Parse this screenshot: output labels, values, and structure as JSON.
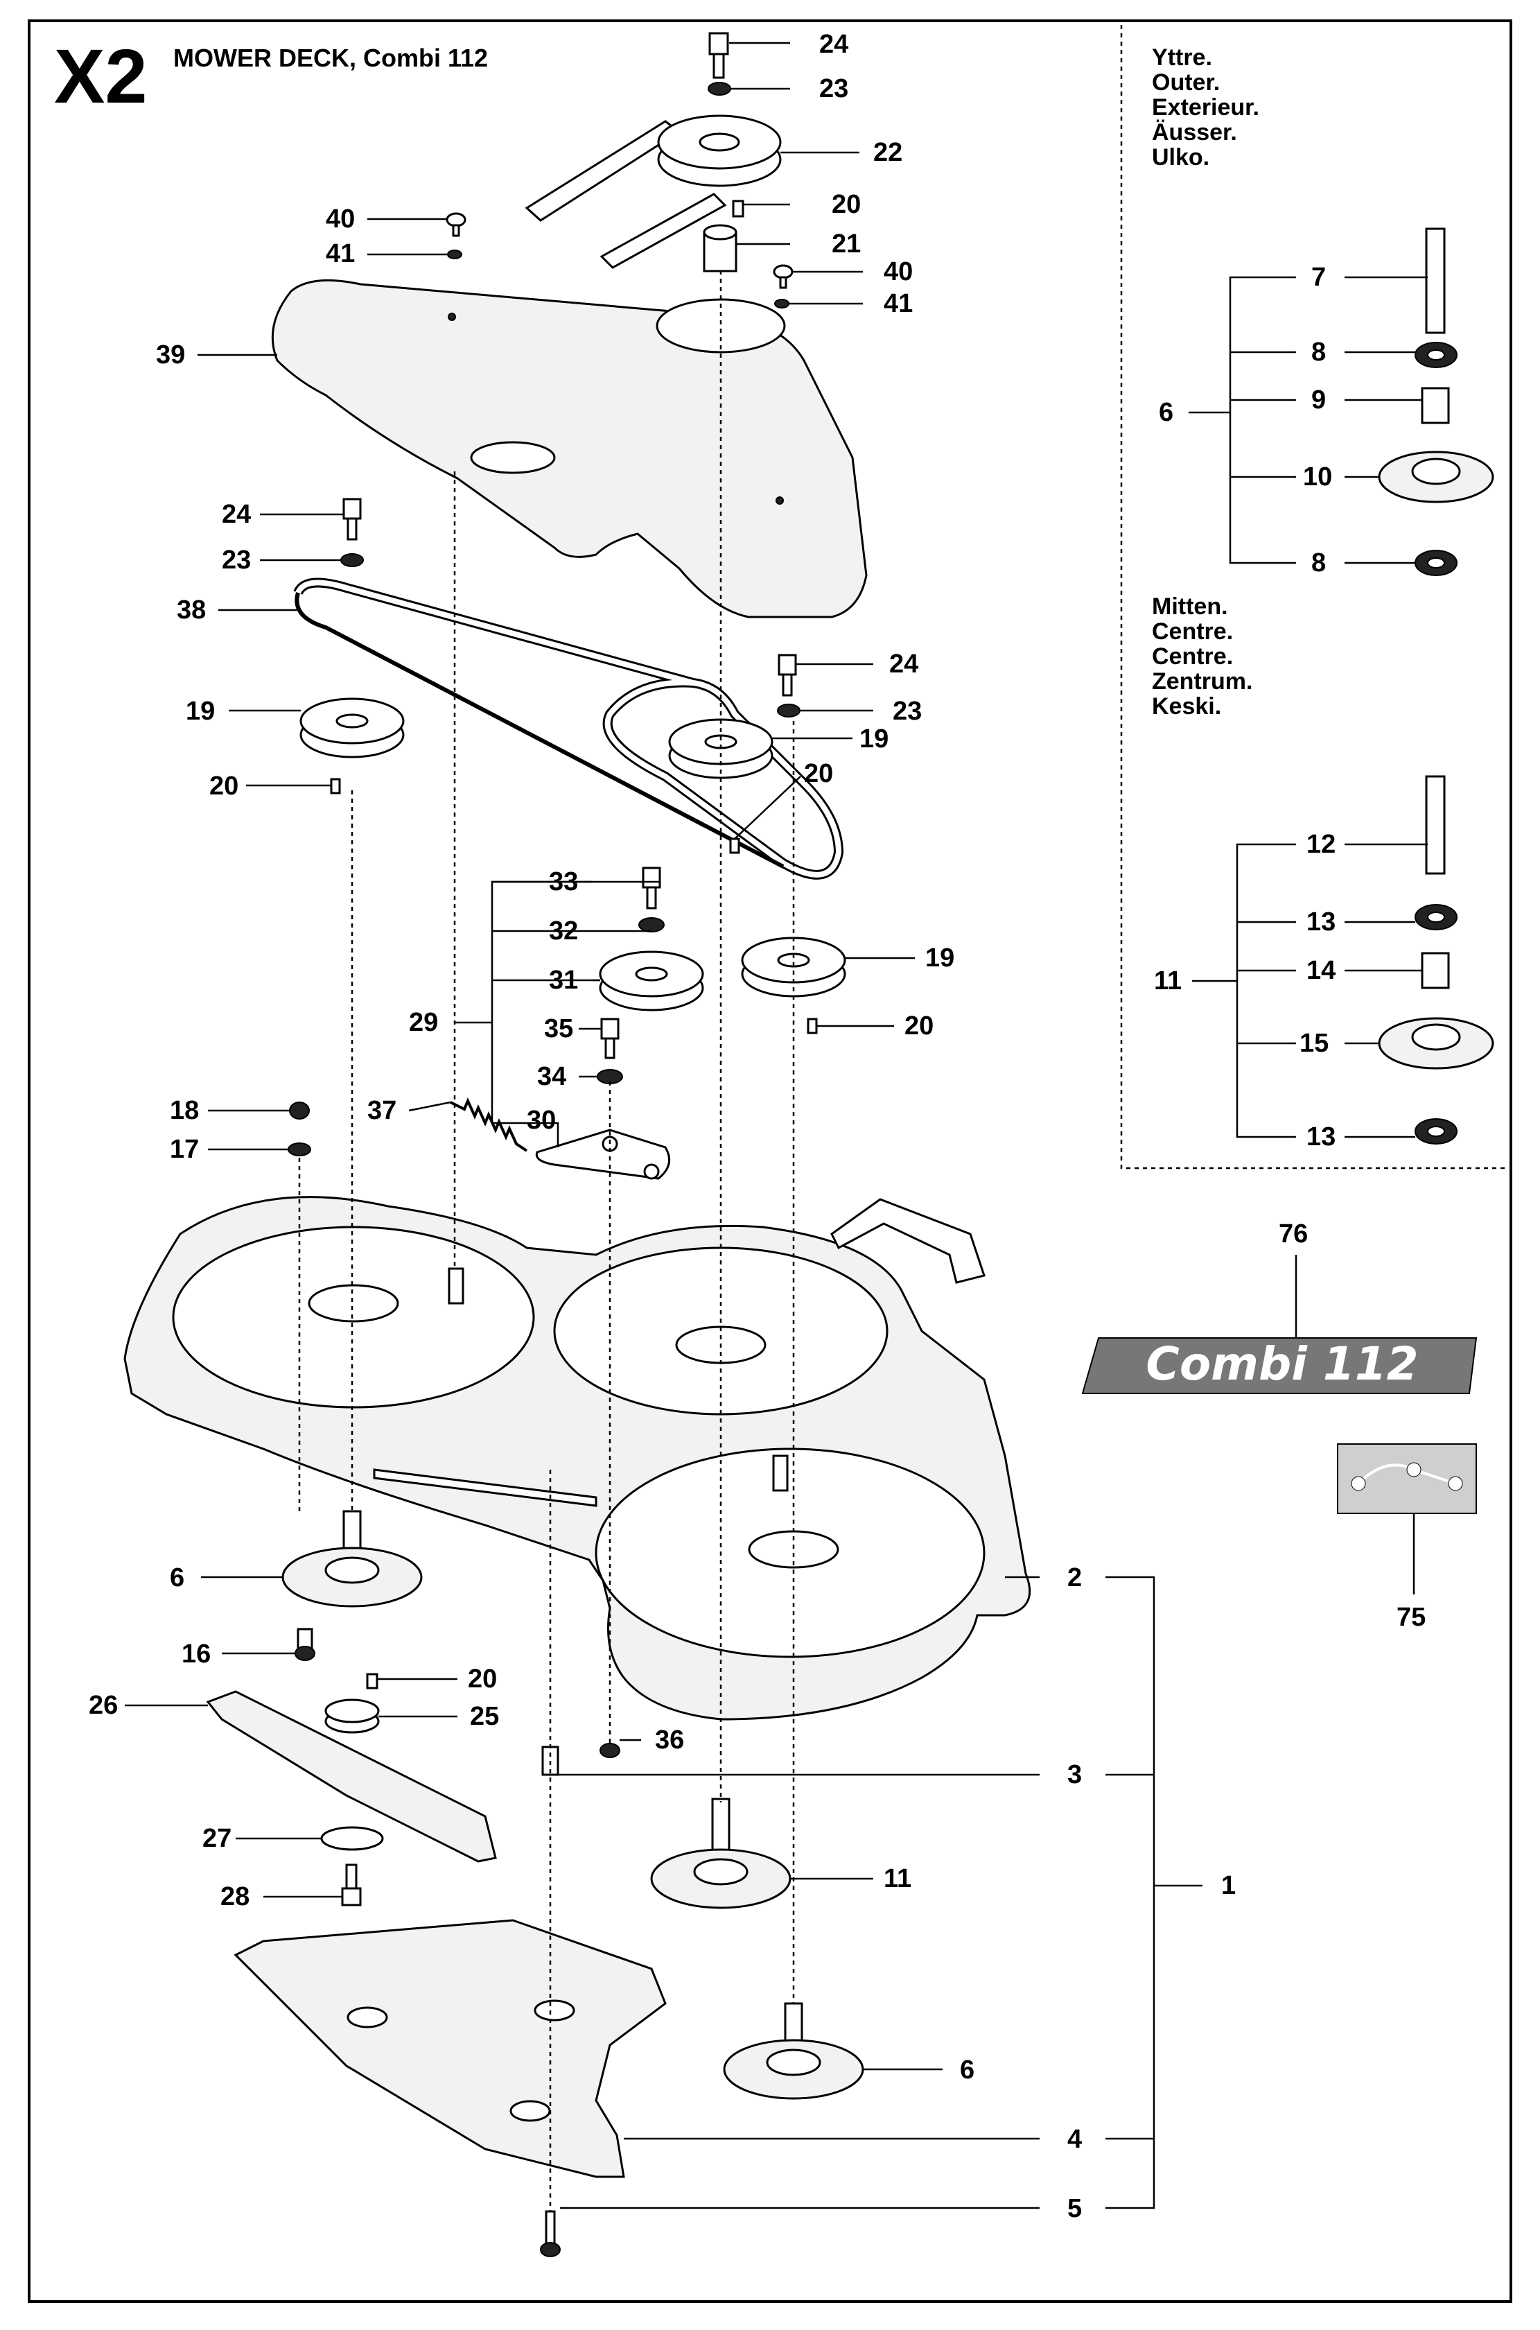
{
  "header": {
    "code": "X2",
    "title": "MOWER DECK, Combi 112"
  },
  "legend": {
    "outer": [
      "Yttre.",
      "Outer.",
      "Exterieur.",
      "Äusser.",
      "Ulko."
    ],
    "centre": [
      "Mitten.",
      "Centre.",
      "Centre.",
      "Zentrum.",
      "Keski."
    ]
  },
  "badge": {
    "text": "Combi 112"
  },
  "callouts": {
    "c1": "1",
    "c2": "2",
    "c3": "3",
    "c4": "4",
    "c5": "5",
    "c6a": "6",
    "c6b": "6",
    "c6c": "6",
    "c7": "7",
    "c8a": "8",
    "c8b": "8",
    "c9": "9",
    "c10": "10",
    "c11a": "11",
    "c11b": "11",
    "c12": "12",
    "c13a": "13",
    "c13b": "13",
    "c14": "14",
    "c15": "15",
    "c16": "16",
    "c17": "17",
    "c18": "18",
    "c19a": "19",
    "c19b": "19",
    "c19c": "19",
    "c20a": "20",
    "c20b": "20",
    "c20c": "20",
    "c20d": "20",
    "c20e": "20",
    "c21": "21",
    "c22": "22",
    "c23a": "23",
    "c23b": "23",
    "c23c": "23",
    "c24a": "24",
    "c24b": "24",
    "c24c": "24",
    "c25": "25",
    "c26": "26",
    "c27": "27",
    "c28": "28",
    "c29": "29",
    "c30": "30",
    "c31": "31",
    "c32": "32",
    "c33": "33",
    "c34": "34",
    "c35": "35",
    "c36": "36",
    "c37": "37",
    "c38": "38",
    "c39": "39",
    "c40a": "40",
    "c40b": "40",
    "c41a": "41",
    "c41b": "41",
    "c75": "75",
    "c76": "76"
  }
}
